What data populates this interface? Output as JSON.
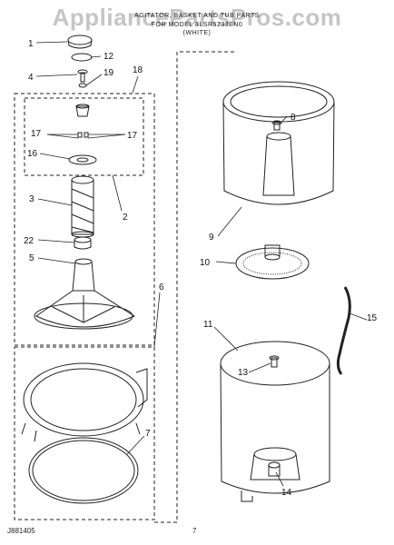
{
  "watermark": "AppliancePartsPros.com",
  "header": {
    "title": "AGITATOR, BASKET AND TUB PARTS",
    "subtitle1": "FOR MODEL 3LSR5233EN0",
    "subtitle2": "(WHITE)"
  },
  "footer": {
    "code": "J881405",
    "page": "7"
  },
  "callouts": [
    "1",
    "12",
    "4",
    "19",
    "18",
    "17",
    "17",
    "16",
    "2",
    "3",
    "22",
    "5",
    "6",
    "7",
    "8",
    "9",
    "10",
    "11",
    "15",
    "13",
    "14"
  ],
  "colors": {
    "line": "#222222",
    "dash": "#333333",
    "fill": "#ffffff",
    "shade": "#d9d9d9"
  }
}
